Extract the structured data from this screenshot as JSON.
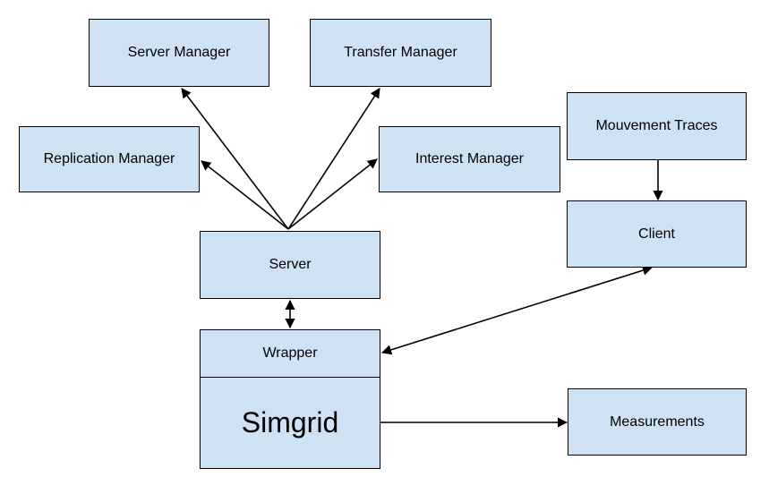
{
  "nodes": {
    "server_manager": "Server Manager",
    "transfer_manager": "Transfer Manager",
    "replication_manager": "Replication Manager",
    "interest_manager": "Interest Manager",
    "mouvement_traces": "Mouvement Traces",
    "client": "Client",
    "server": "Server",
    "wrapper": "Wrapper",
    "simgrid": "Simgrid",
    "measurements": "Measurements"
  },
  "colors": {
    "box_fill": "#cfe2f3",
    "border": "#000000"
  }
}
